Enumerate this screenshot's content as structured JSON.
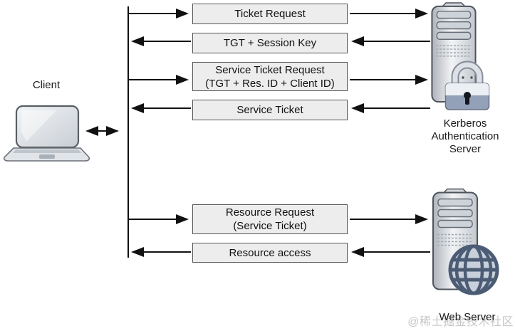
{
  "client": {
    "label": "Client"
  },
  "kerberos_server": {
    "label_lines": [
      "Kerberos",
      "Authentication",
      "Server"
    ]
  },
  "web_server": {
    "label": "Web Server"
  },
  "messages": [
    {
      "lines": [
        "Ticket Request"
      ],
      "from": "client",
      "to": "kerberos-authentication-server"
    },
    {
      "lines": [
        "TGT + Session Key"
      ],
      "from": "kerberos-authentication-server",
      "to": "client"
    },
    {
      "lines": [
        "Service Ticket Request",
        "(TGT + Res. ID + Client ID)"
      ],
      "from": "client",
      "to": "kerberos-authentication-server"
    },
    {
      "lines": [
        "Service Ticket"
      ],
      "from": "kerberos-authentication-server",
      "to": "client"
    },
    {
      "lines": [
        "Resource Request",
        "(Service Ticket)"
      ],
      "from": "client",
      "to": "web-server"
    },
    {
      "lines": [
        "Resource access"
      ],
      "from": "web-server",
      "to": "client"
    }
  ],
  "watermark": {
    "text": "@稀土掘金技术社区"
  },
  "colors": {
    "background": "#ffffff",
    "message_box_fill": "#ededed",
    "message_box_border": "#555555",
    "arrow": "#111111",
    "text": "#111111",
    "watermark_text": "#c6c6c6",
    "server_globe_accent": "#4b5c74",
    "lock_body": "#93a1b8"
  }
}
